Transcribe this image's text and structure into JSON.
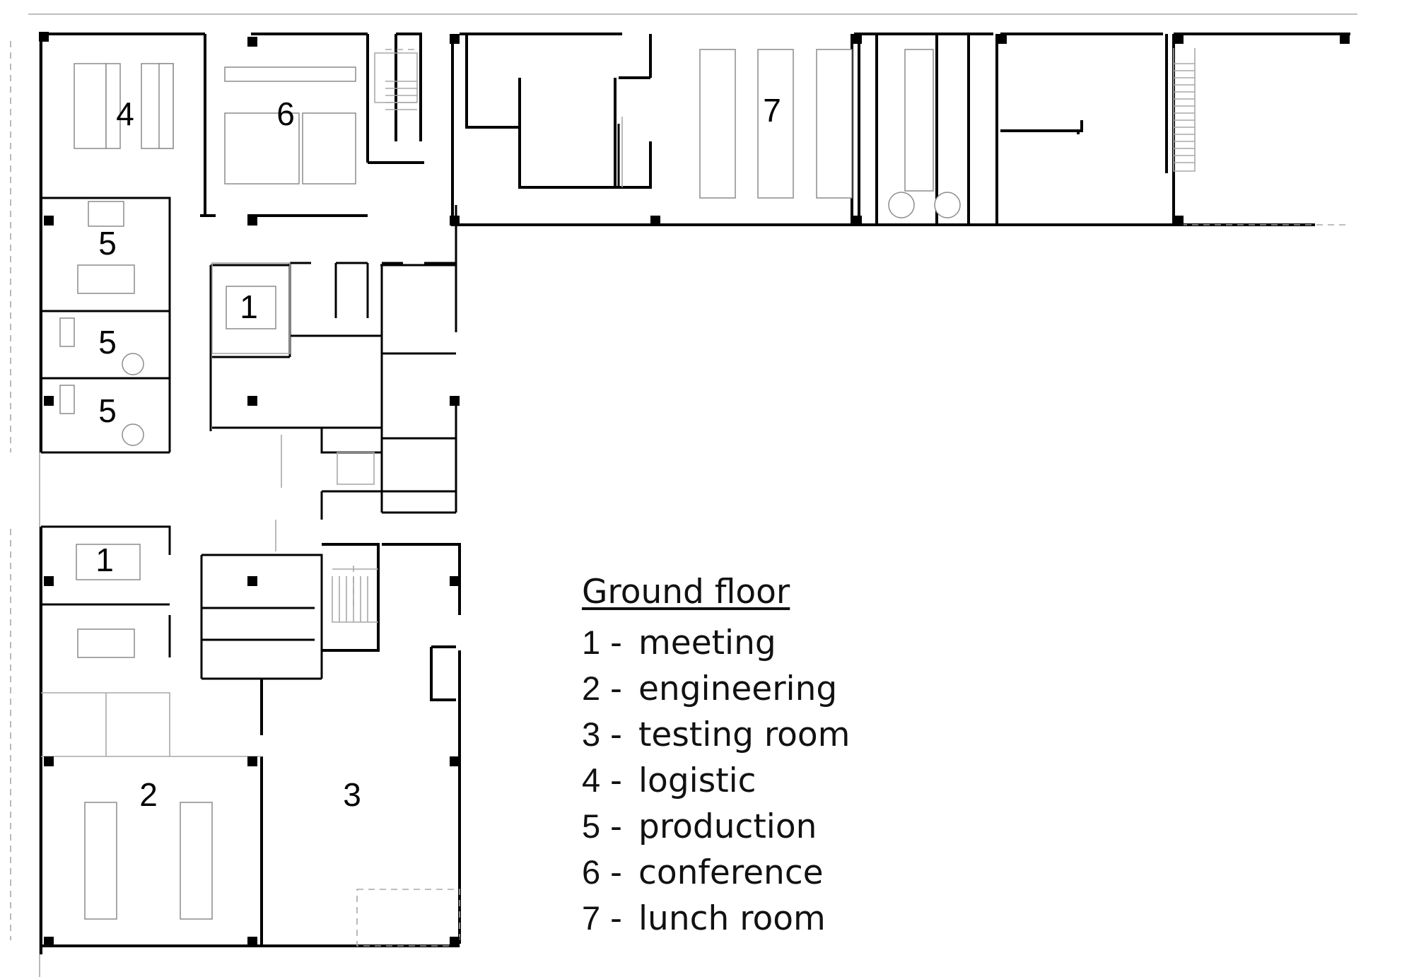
{
  "legend": {
    "title": "Ground floor",
    "items": [
      {
        "number": "1",
        "label": "meeting"
      },
      {
        "number": "2",
        "label": "engineering"
      },
      {
        "number": "3",
        "label": "testing room"
      },
      {
        "number": "4",
        "label": "logistic"
      },
      {
        "number": "5",
        "label": "production"
      },
      {
        "number": "6",
        "label": "conference"
      },
      {
        "number": "7",
        "label": "lunch room"
      }
    ]
  },
  "room_labels": {
    "logistic": "4",
    "conference": "6",
    "lunch": "7",
    "production_a": "5",
    "production_b": "5",
    "production_c": "5",
    "meeting_a": "1",
    "meeting_b": "1",
    "engineering": "2",
    "testing": "3"
  }
}
